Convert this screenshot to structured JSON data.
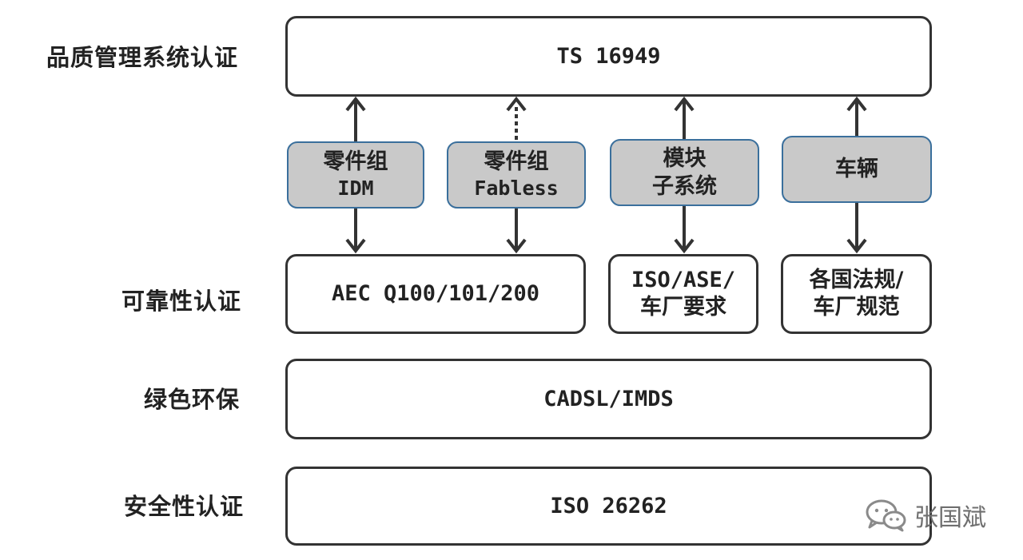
{
  "row_labels": {
    "quality": "品质管理系统认证",
    "reliability": "可靠性认证",
    "green": "绿色环保",
    "safety": "安全性认证"
  },
  "boxes": {
    "ts16949": "TS 16949",
    "aec": "AEC Q100/101/200",
    "iso_ase": {
      "line1": "ISO/ASE/",
      "line2": "车厂要求"
    },
    "regulations": {
      "line1": "各国法规/",
      "line2": "车厂规范"
    },
    "cadsl": "CADSL/IMDS",
    "iso26262": "ISO 26262"
  },
  "categories": {
    "idm": {
      "line1": "零件组",
      "line2": "IDM"
    },
    "fabless": {
      "line1": "零件组",
      "line2": "Fabless"
    },
    "module": {
      "line1": "模块",
      "line2": "子系统"
    },
    "vehicle": {
      "line1": "车辆"
    }
  },
  "watermark": {
    "name": "张国斌",
    "icon": "wechat-icon"
  },
  "colors": {
    "category_fill": "#c9c9c9",
    "category_border": "#3a6f9c",
    "box_border": "#333333",
    "watermark": "#6f6f6f"
  }
}
